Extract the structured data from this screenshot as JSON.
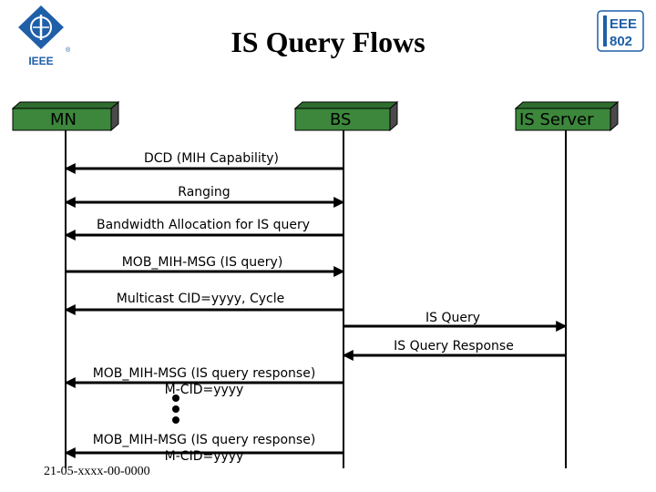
{
  "slide": {
    "title": "IS Query Flows",
    "footer": "21-05-xxxx-00-0000"
  },
  "logos": {
    "ieee_text": "IEEE",
    "ieee802_top": "EEE",
    "ieee802_bottom": "802"
  },
  "entities": {
    "mn": "MN",
    "bs": "BS",
    "is_server": "IS Server"
  },
  "messages": [
    {
      "id": "dcd",
      "label": "DCD (MIH Capability)",
      "from": "bs",
      "to": "mn"
    },
    {
      "id": "ranging",
      "label": "Ranging",
      "from": "mn",
      "to": "bs",
      "bidirectional": true
    },
    {
      "id": "bw-alloc",
      "label": "Bandwidth Allocation for IS query",
      "from": "bs",
      "to": "mn"
    },
    {
      "id": "mob-mih-query",
      "label": "MOB_MIH-MSG (IS query)",
      "from": "mn",
      "to": "bs"
    },
    {
      "id": "multicast",
      "label": "Multicast CID=yyyy, Cycle",
      "from": "bs",
      "to": "mn"
    },
    {
      "id": "is-query",
      "label": "IS Query",
      "from": "bs",
      "to": "is_server"
    },
    {
      "id": "is-query-response",
      "label": "IS Query Response",
      "from": "is_server",
      "to": "bs"
    },
    {
      "id": "mob-mih-response-1",
      "label": "MOB_MIH-MSG (IS query response)",
      "sublabel": "M-CID=yyyy",
      "from": "bs",
      "to": "mn"
    },
    {
      "id": "mob-mih-response-2",
      "label": "MOB_MIH-MSG (IS query response)",
      "sublabel": "M-CID=yyyy",
      "from": "bs",
      "to": "mn"
    }
  ]
}
